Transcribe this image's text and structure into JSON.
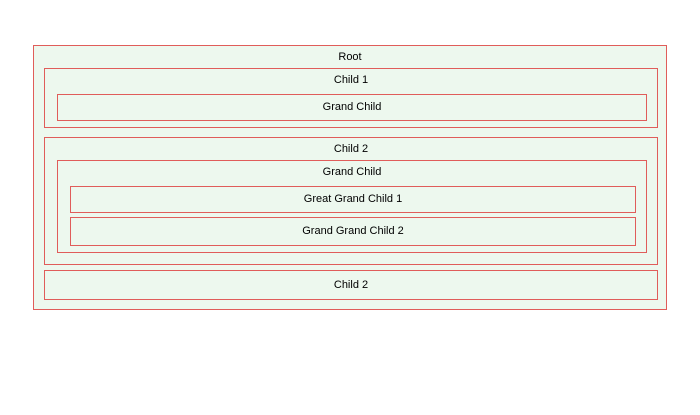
{
  "diagram": {
    "type": "nested-boxes",
    "colors": {
      "border": "#e05d5a",
      "fill": "#edf8ee",
      "text": "#000000",
      "background": "#ffffff"
    },
    "tree": {
      "label": "Root",
      "children": [
        {
          "label": "Child 1",
          "children": [
            {
              "label": "Grand Child",
              "children": []
            }
          ]
        },
        {
          "label": "Child 2",
          "children": [
            {
              "label": "Grand Child",
              "children": [
                {
                  "label": "Great Grand Child 1",
                  "children": []
                },
                {
                  "label": "Grand Grand Child 2",
                  "children": []
                }
              ]
            }
          ]
        },
        {
          "label": "Child 2",
          "children": []
        }
      ]
    }
  }
}
